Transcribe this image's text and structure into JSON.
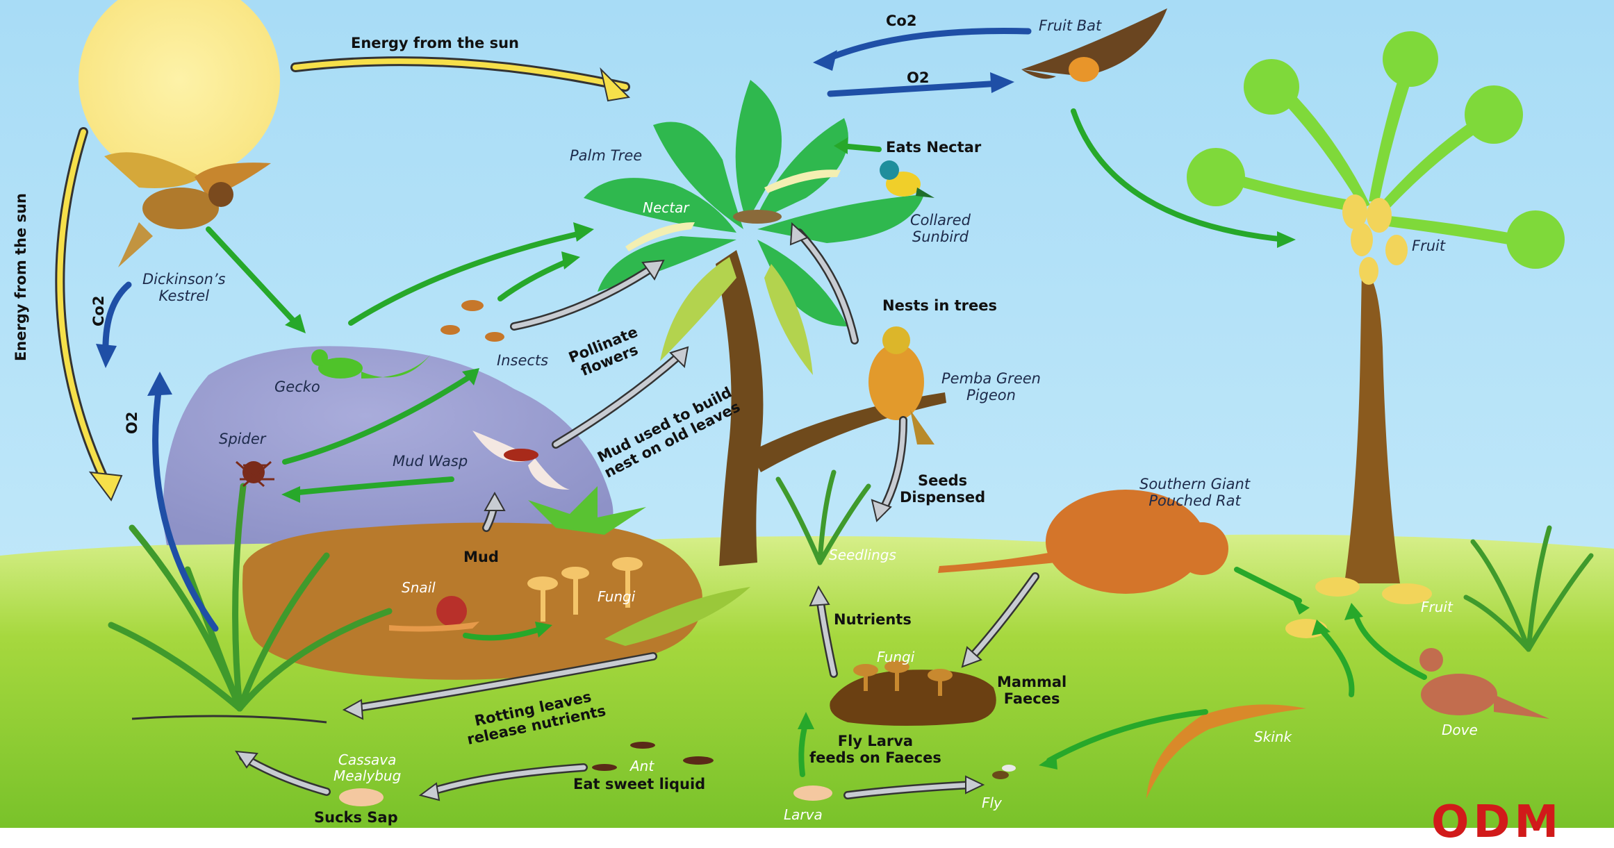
{
  "colors": {
    "sky": "#a9dcf6",
    "grass": "#a4d83c",
    "sun": "#fbe98e",
    "rock": "#9a9ed2",
    "soil": "#b87a2c",
    "palm_leaf": "#2fb84e",
    "trunk": "#6f4a1c",
    "green_arrow": "#27a82a",
    "yellow_arrow": "#f6e04a",
    "blue_arrow": "#1f4fa6",
    "grey_arrow": "#b9bec4",
    "logo": "#d11a1a"
  },
  "labels": {
    "energy_top": "Energy from the sun",
    "energy_side": "Energy from the sun",
    "co2_left": "Co2",
    "o2_left": "O2",
    "co2_top": "Co2",
    "o2_top": "O2",
    "fruit_bat": "Fruit Bat",
    "eats_nectar": "Eats Nectar",
    "palm_tree": "Palm Tree",
    "nectar": "Nectar",
    "collared_sunbird": "Collared\nSunbird",
    "fruit_top": "Fruit",
    "kestrel": "Dickinson’s\nKestrel",
    "nests_in_trees": "Nests in trees",
    "pollinate": "Pollinate\nflowers",
    "insects": "Insects",
    "gecko": "Gecko",
    "pemba_pigeon": "Pemba Green\nPigeon",
    "mud_used": "Mud used to build\nnest on old leaves",
    "spider": "Spider",
    "mud_wasp": "Mud Wasp",
    "seeds_dispensed": "Seeds\nDispensed",
    "rat": "Southern Giant\nPouched Rat",
    "mud": "Mud",
    "seedlings": "Seedlings",
    "snail": "Snail",
    "fungi_left": "Fungi",
    "fruit_ground": "Fruit",
    "nutrients": "Nutrients",
    "fungi_faeces": "Fungi",
    "mammal_faeces": "Mammal\nFaeces",
    "rotting_leaves": "Rotting leaves\nrelease nutrients",
    "fly_larva_feeds": "Fly Larva\nfeeds on Faeces",
    "skink": "Skink",
    "dove": "Dove",
    "cassava_mealybug": "Cassava\nMealybug",
    "ant": "Ant",
    "eat_sweet_liquid": "Eat sweet liquid",
    "sucks_sap": "Sucks Sap",
    "larva": "Larva",
    "fly": "Fly",
    "logo": "ODM"
  }
}
